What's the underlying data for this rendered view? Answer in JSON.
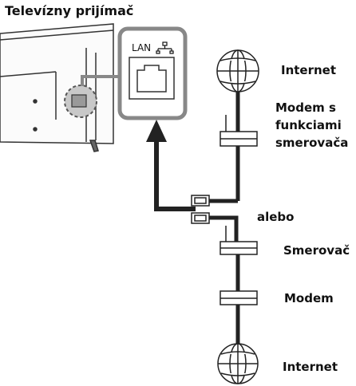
{
  "title": "Televízny prijímač",
  "port": {
    "label": "LAN",
    "icon": "network-icon"
  },
  "labels": {
    "internet_top": "Internet",
    "modem_with_router": [
      "Modem s",
      "funkciami",
      "smerovača"
    ],
    "or": "alebo",
    "router": "Smerovač",
    "modem": "Modem",
    "internet_bottom": "Internet"
  },
  "icons": [
    "globe-icon",
    "router-icon",
    "modem-icon",
    "lan-connector-icon",
    "arrow-up-icon"
  ],
  "colors": {
    "line": "#222222",
    "highlight": "#777777",
    "frame": "#888888",
    "fill": "#ffffff"
  }
}
